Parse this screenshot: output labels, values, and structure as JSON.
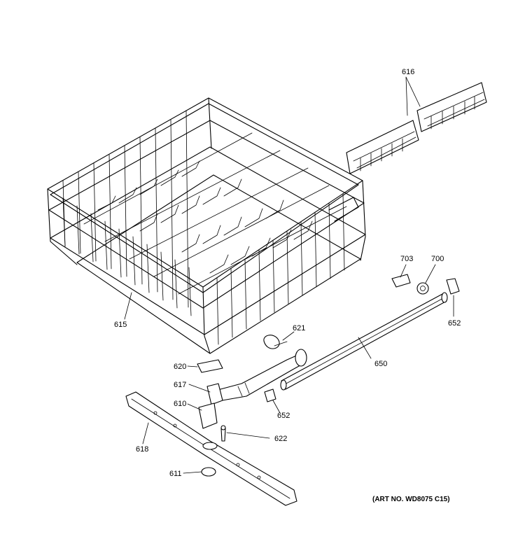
{
  "parts": {
    "p616": "616",
    "p703": "703",
    "p700": "700",
    "p652a": "652",
    "p615": "615",
    "p621": "621",
    "p650": "650",
    "p620": "620",
    "p617": "617",
    "p652b": "652",
    "p610": "610",
    "p622": "622",
    "p618": "618",
    "p611": "611"
  },
  "art_number": "(ART NO. WD8075 C15)"
}
